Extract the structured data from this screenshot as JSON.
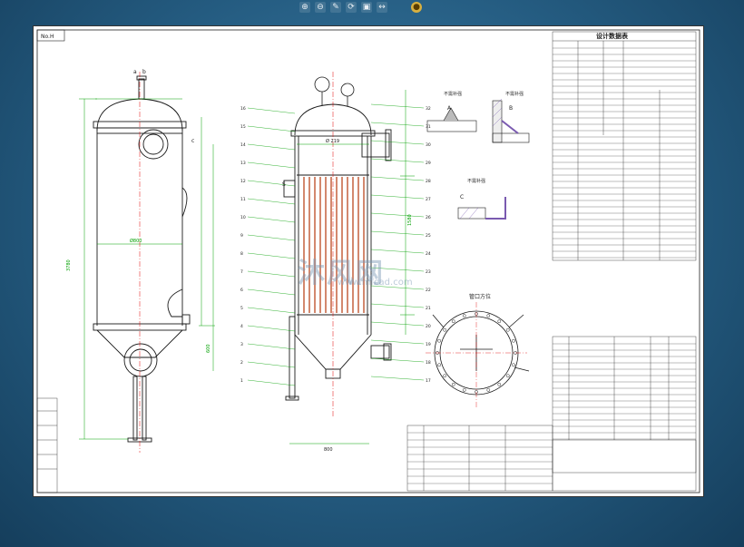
{
  "toolbar": {
    "buttons": [
      {
        "name": "zoom-in-icon",
        "glyph": "⊕"
      },
      {
        "name": "zoom-out-icon",
        "glyph": "⊖"
      },
      {
        "name": "pan-icon",
        "glyph": "✎"
      },
      {
        "name": "rotate-icon",
        "glyph": "⟳"
      },
      {
        "name": "fit-icon",
        "glyph": "▣"
      },
      {
        "name": "measure-icon",
        "glyph": "↔"
      },
      {
        "name": "settings-icon",
        "glyph": "●"
      }
    ]
  },
  "watermark": {
    "brand": "沐风网",
    "site": "www.mfcad.com"
  },
  "drawing": {
    "sheet_code": "No.H",
    "spec_table_title": "设计数据表",
    "nozzle_label": "管口方位",
    "weld_view_labels": [
      "A",
      "B",
      "C"
    ],
    "weld_note": "不需补强",
    "dims": {
      "overall_height": "3780",
      "shell_diameter": "Ø800",
      "inner_height": "1580",
      "bottom_height": "600",
      "base_width": "800",
      "cone_label": "Ø 219",
      "nozzle_top_a": "a",
      "nozzle_top_b": "b",
      "side_nozzle": "c"
    },
    "leader_numbers": [
      "32",
      "31",
      "30",
      "29",
      "28",
      "27",
      "26",
      "25",
      "24",
      "23",
      "22",
      "21",
      "20",
      "19",
      "18",
      "17",
      "16",
      "15",
      "14",
      "13",
      "12",
      "11",
      "10",
      "9",
      "8",
      "7",
      "6",
      "5",
      "4",
      "3",
      "2",
      "1"
    ],
    "section_callout": "S"
  },
  "colors": {
    "outline": "#1a1a1a",
    "dimension": "#00a000",
    "centerline": "#e00000",
    "tubes": "#c86a4a",
    "hatch": "#7a5ab0"
  }
}
